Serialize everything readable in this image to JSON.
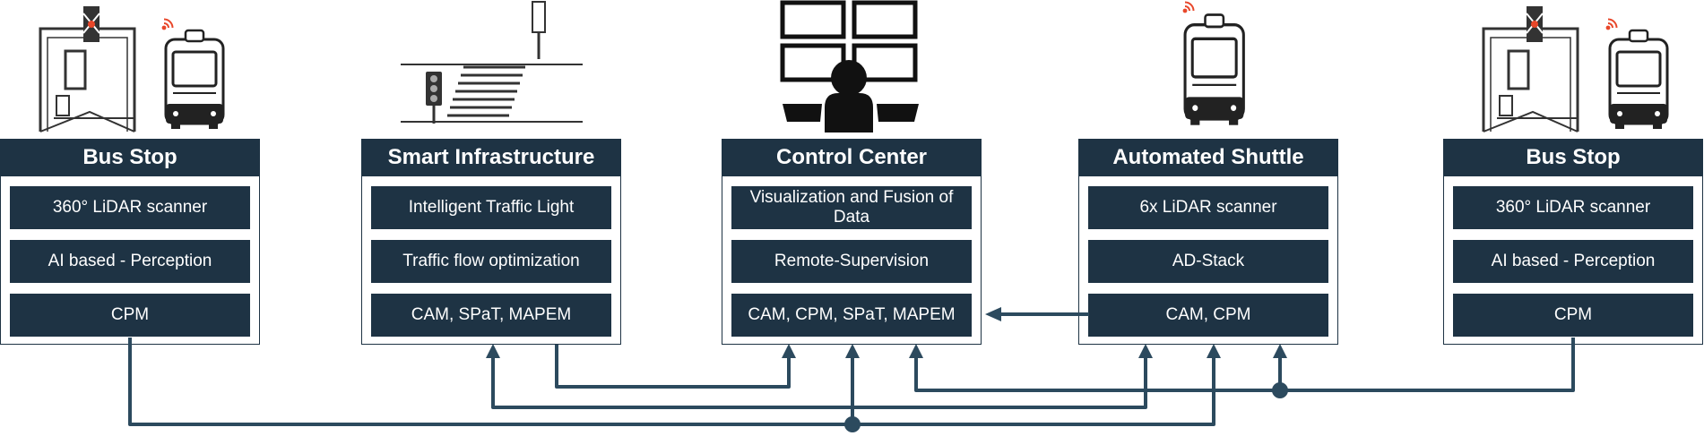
{
  "panels": [
    {
      "title": "Bus Stop",
      "items": [
        "360° LiDAR scanner",
        "AI based - Perception",
        "CPM"
      ]
    },
    {
      "title": "Smart Infrastructure",
      "items": [
        "Intelligent Traffic Light",
        "Traffic flow optimization",
        "CAM, SPaT, MAPEM"
      ]
    },
    {
      "title": "Control Center",
      "items": [
        "Visualization and Fusion of Data",
        "Remote-Supervision",
        "CAM, CPM, SPaT, MAPEM"
      ]
    },
    {
      "title": "Automated Shuttle",
      "items": [
        "6x LiDAR scanner",
        "AD-Stack",
        "CAM, CPM"
      ]
    },
    {
      "title": "Bus Stop",
      "items": [
        "360° LiDAR scanner",
        "AI based - Perception",
        "CPM"
      ]
    }
  ],
  "icons": [
    "bus-stop-icon",
    "shuttle-icon",
    "wifi-icon",
    "traffic-light-icon",
    "crosswalk-icon",
    "operator-monitors-icon"
  ],
  "colors": {
    "primary": "#1e3344",
    "signal": "#e8472a",
    "background": "#ffffff"
  }
}
